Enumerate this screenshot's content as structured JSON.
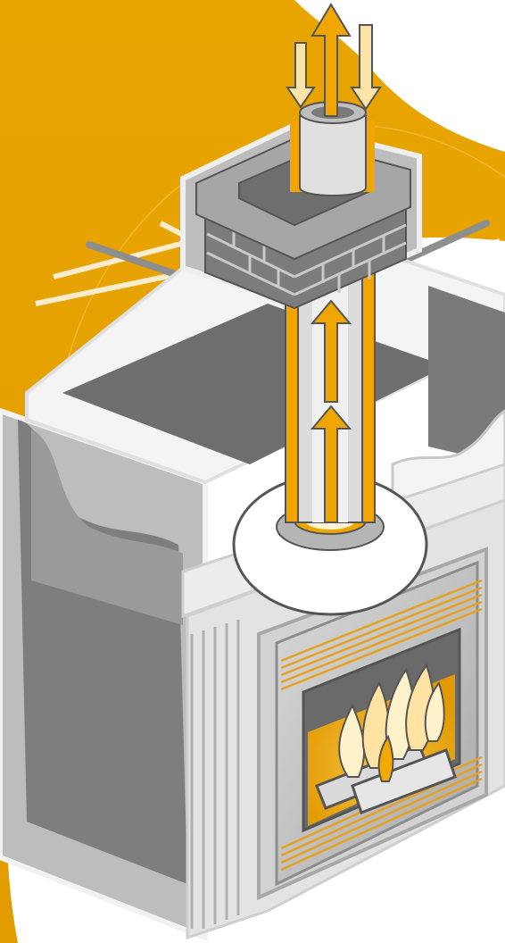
{
  "illustration": {
    "subject": "direct-vent-gas-fireplace-cutaway",
    "colors": {
      "gold_background": "#E8A500",
      "white_halo": "#FFFFFF",
      "brick_dark": "#777777",
      "brick_mortar": "#BDBDBD",
      "metal_dark": "#6E6E6E",
      "metal_mid": "#9A9A9A",
      "metal_light": "#DADADA",
      "flame_orange": "#F2A900",
      "flame_cream": "#FFF1C9",
      "exhaust_arrow": "#F0A500",
      "intake_arrow": "#FCE3A8"
    },
    "icons": [
      "exhaust-up-arrow",
      "fresh-air-down-arrow",
      "flame-icon"
    ]
  }
}
